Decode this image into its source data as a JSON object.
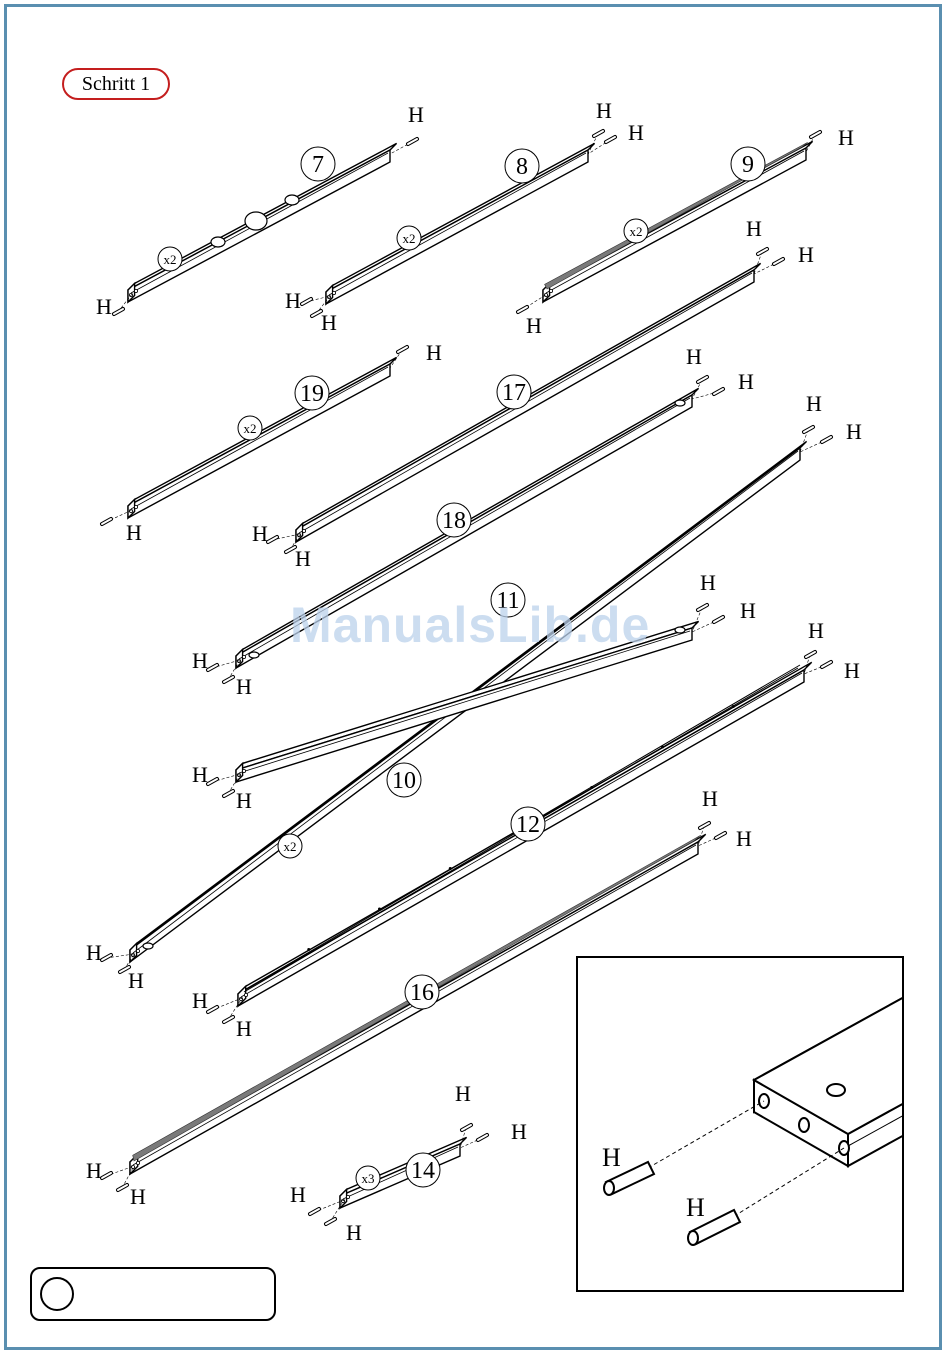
{
  "step": {
    "label": "Schritt  1"
  },
  "watermark": "ManualsLib.de",
  "parts": [
    {
      "id": "7",
      "number": "7",
      "qty": "x2"
    },
    {
      "id": "8",
      "number": "8",
      "qty": "x2"
    },
    {
      "id": "9",
      "number": "9",
      "qty": "x2"
    },
    {
      "id": "19",
      "number": "19",
      "qty": "x2"
    },
    {
      "id": "17",
      "number": "17",
      "qty": ""
    },
    {
      "id": "18",
      "number": "18",
      "qty": ""
    },
    {
      "id": "11",
      "number": "11",
      "qty": ""
    },
    {
      "id": "10",
      "number": "10",
      "qty": "x2"
    },
    {
      "id": "12",
      "number": "12",
      "qty": ""
    },
    {
      "id": "16",
      "number": "16",
      "qty": ""
    },
    {
      "id": "14",
      "number": "14",
      "qty": "x3"
    }
  ],
  "dowel_label": "H",
  "detail": {
    "dowel_label_1": "H",
    "dowel_label_2": "H"
  },
  "colors": {
    "frame": "#5a8fb0",
    "step_border": "#c41e1e",
    "groove": "#7a7a7a"
  }
}
